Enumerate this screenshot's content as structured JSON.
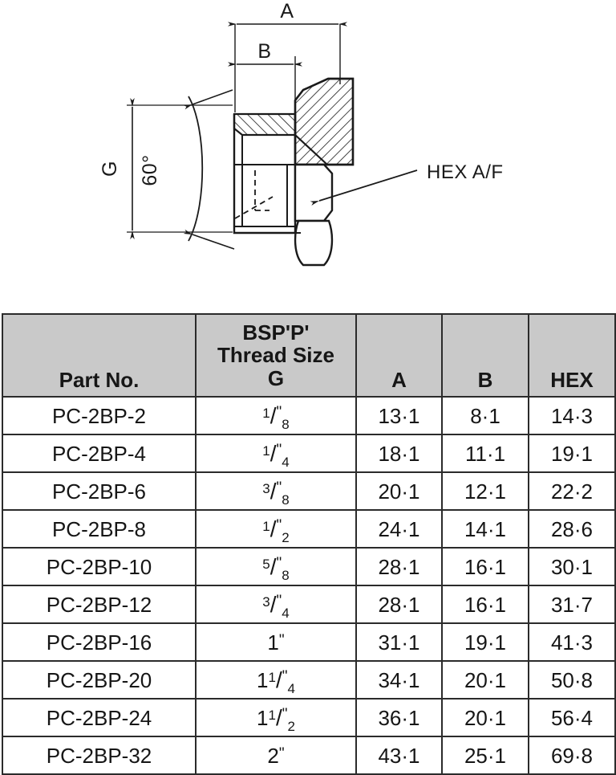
{
  "drawing": {
    "title": "BSP hex plug sectional drawing",
    "dimensions": {
      "a_label": "A",
      "b_label": "B",
      "g_label": "G",
      "angle_label": "60°",
      "hex_callout": "HEX A/F"
    }
  },
  "table": {
    "header": {
      "part_no": "Part No.",
      "thread_line1": "BSP'P'",
      "thread_line2": "Thread Size",
      "thread_line3": "G",
      "a": "A",
      "b": "B",
      "hex": "HEX"
    },
    "rows": [
      {
        "part_no": "PC-2BP-2",
        "whole": "",
        "num": "1",
        "den": "8",
        "size_plain": "",
        "a": "13·1",
        "b": "8·1",
        "hex": "14·3"
      },
      {
        "part_no": "PC-2BP-4",
        "whole": "",
        "num": "1",
        "den": "4",
        "size_plain": "",
        "a": "18·1",
        "b": "11·1",
        "hex": "19·1"
      },
      {
        "part_no": "PC-2BP-6",
        "whole": "",
        "num": "3",
        "den": "8",
        "size_plain": "",
        "a": "20·1",
        "b": "12·1",
        "hex": "22·2"
      },
      {
        "part_no": "PC-2BP-8",
        "whole": "",
        "num": "1",
        "den": "2",
        "size_plain": "",
        "a": "24·1",
        "b": "14·1",
        "hex": "28·6"
      },
      {
        "part_no": "PC-2BP-10",
        "whole": "",
        "num": "5",
        "den": "8",
        "size_plain": "",
        "a": "28·1",
        "b": "16·1",
        "hex": "30·1"
      },
      {
        "part_no": "PC-2BP-12",
        "whole": "",
        "num": "3",
        "den": "4",
        "size_plain": "",
        "a": "28·1",
        "b": "16·1",
        "hex": "31·7"
      },
      {
        "part_no": "PC-2BP-16",
        "whole": "",
        "num": "",
        "den": "",
        "size_plain": "1",
        "a": "31·1",
        "b": "19·1",
        "hex": "41·3"
      },
      {
        "part_no": "PC-2BP-20",
        "whole": "1",
        "num": "1",
        "den": "4",
        "size_plain": "",
        "a": "34·1",
        "b": "20·1",
        "hex": "50·8"
      },
      {
        "part_no": "PC-2BP-24",
        "whole": "1",
        "num": "1",
        "den": "2",
        "size_plain": "",
        "a": "36·1",
        "b": "20·1",
        "hex": "56·4"
      },
      {
        "part_no": "PC-2BP-32",
        "whole": "",
        "num": "",
        "den": "",
        "size_plain": "2",
        "a": "43·1",
        "b": "25·1",
        "hex": "69·8"
      }
    ],
    "inch_mark": "\"",
    "slash": "/",
    "colors": {
      "header_bg": "#c9c9c9",
      "border": "#2b2b2b",
      "text": "#161616",
      "body_bg": "#ffffff"
    }
  }
}
